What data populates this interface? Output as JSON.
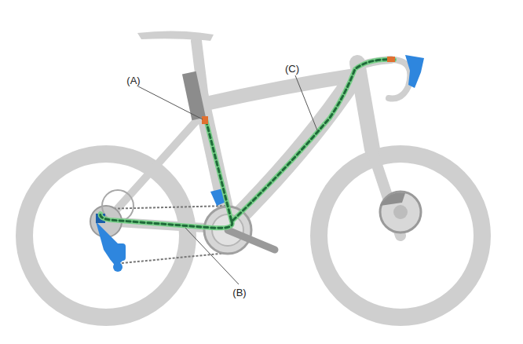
{
  "diagram": {
    "labels": [
      "(A)",
      "(C)",
      "(B)"
    ]
  }
}
